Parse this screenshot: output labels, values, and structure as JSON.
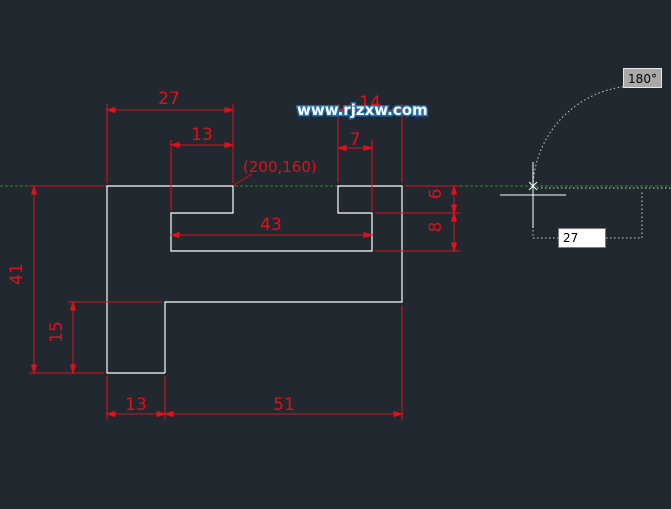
{
  "colors": {
    "background": "#212830",
    "geometry": "#ffffff",
    "dimension": "#e0101a",
    "tracking": "#2a8a2a"
  },
  "watermark": {
    "text": "www.rjzxw.com"
  },
  "annotation": {
    "coordinate_label": "(200,160)"
  },
  "dimensions": {
    "top_overall": "27",
    "top_inner": "13",
    "top_right": "14",
    "slot_right": "7",
    "slot_width": "43",
    "right_upper": "6",
    "right_lower": "8",
    "left_height": "41",
    "left_lower": "15",
    "bottom_left": "13",
    "bottom_right": "51"
  },
  "tooltips": {
    "angle": "180°"
  },
  "dynamic_input": {
    "value": "27"
  },
  "icons": {
    "cursor": "crosshair-cursor-icon"
  }
}
